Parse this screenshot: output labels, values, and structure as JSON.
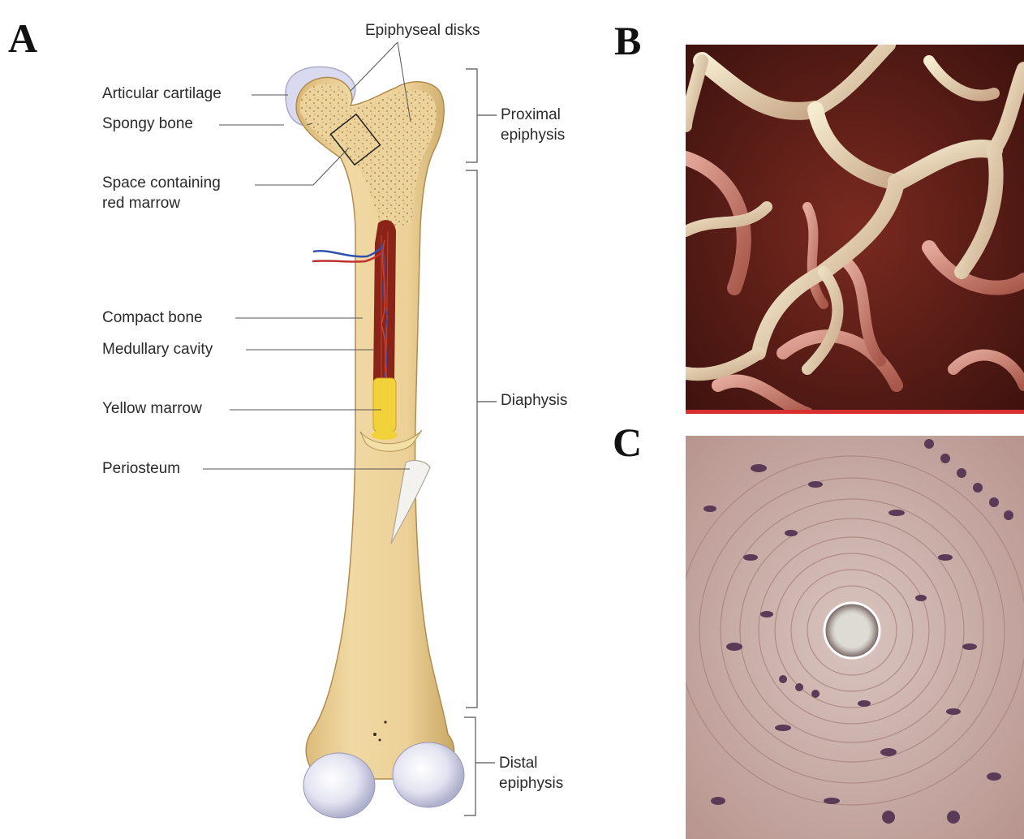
{
  "panels": {
    "a": "A",
    "b": "B",
    "c": "C"
  },
  "labels": {
    "epiphyseal_disks": "Epiphyseal disks",
    "articular_cartilage": "Articular cartilage",
    "spongy_bone": "Spongy bone",
    "red_marrow_line1": "Space containing",
    "red_marrow_line2": "red marrow",
    "compact_bone": "Compact bone",
    "medullary_cavity": "Medullary cavity",
    "yellow_marrow": "Yellow marrow",
    "periosteum": "Periosteum",
    "proximal_line1": "Proximal",
    "proximal_line2": "epiphysis",
    "diaphysis": "Diaphysis",
    "distal_line1": "Distal",
    "distal_line2": "epiphysis"
  },
  "colors": {
    "bone": "#ebd19a",
    "bone_dark": "#c9a865",
    "cartilage": "#dcdcf0",
    "artery": "#c03030",
    "vein": "#3050b0",
    "marrow_red": "#8a2418",
    "marrow_yellow": "#f2d23a",
    "leader": "#555555"
  }
}
